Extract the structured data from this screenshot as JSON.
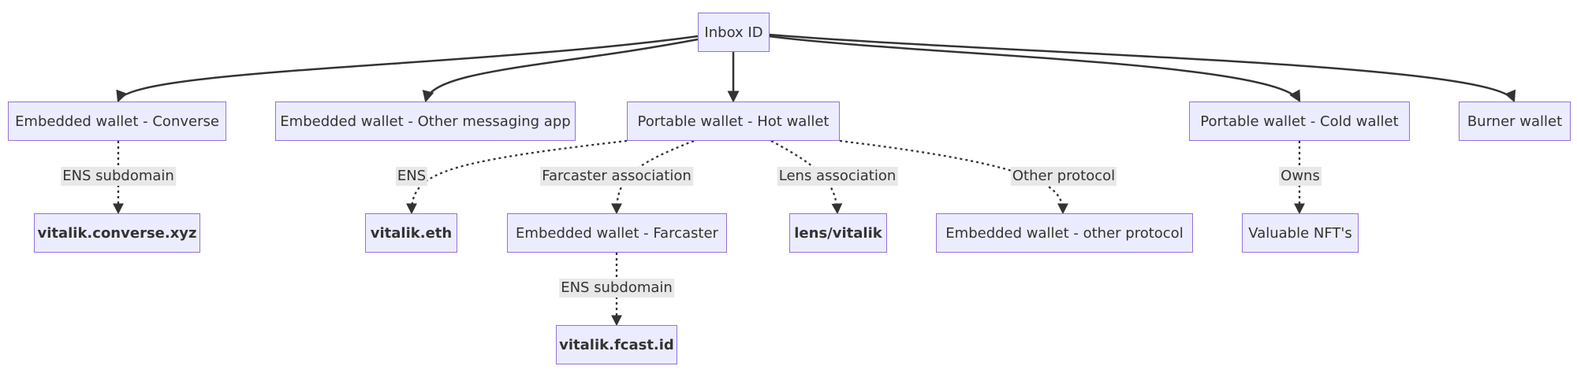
{
  "nodes": {
    "inbox_id": "Inbox ID",
    "embedded_converse": "Embedded wallet - Converse",
    "embedded_other_app": "Embedded wallet - Other messaging app",
    "portable_hot": "Portable wallet - Hot wallet",
    "portable_cold": "Portable wallet - Cold wallet",
    "burner": "Burner wallet",
    "vitalik_converse": "vitalik.converse.xyz",
    "vitalik_eth": "vitalik.eth",
    "embedded_farcaster": "Embedded wallet - Farcaster",
    "lens_vitalik": "lens/vitalik",
    "embedded_other_protocol": "Embedded wallet - other protocol",
    "valuable_nfts": "Valuable NFT's",
    "vitalik_fcast": "vitalik.fcast.id"
  },
  "edge_labels": {
    "ens_subdomain_converse": "ENS subdomain",
    "ens": "ENS",
    "farcaster_association": "Farcaster association",
    "lens_association": "Lens association",
    "other_protocol": "Other protocol",
    "owns": "Owns",
    "ens_subdomain_farcaster": "ENS subdomain"
  },
  "colors": {
    "node_fill": "#ececff",
    "node_border": "#9370db",
    "edge": "#333333",
    "label_bg": "#e8e8e8"
  }
}
